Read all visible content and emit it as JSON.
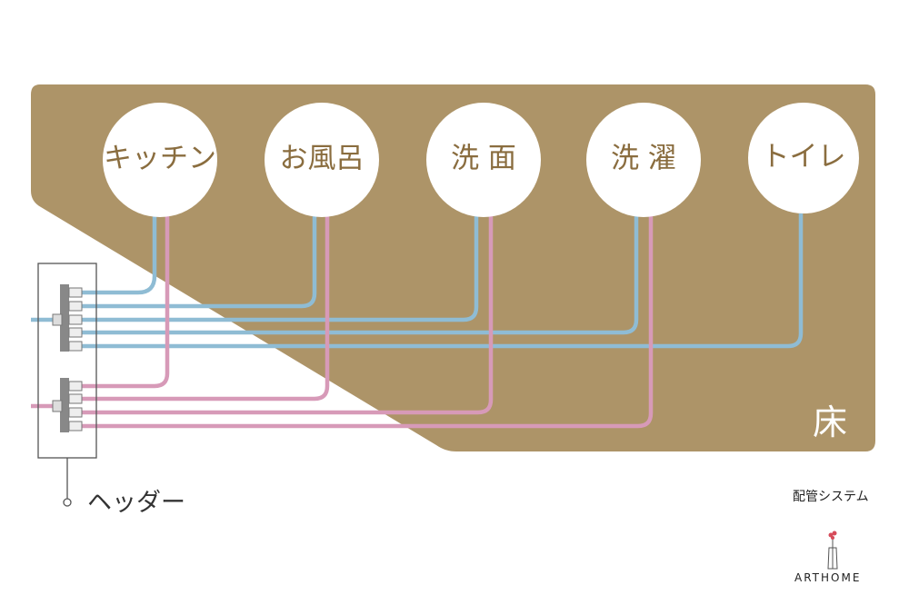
{
  "diagram": {
    "fixtures": [
      {
        "id": "kitchen",
        "label": "キッチン"
      },
      {
        "id": "bath",
        "label": "お風呂"
      },
      {
        "id": "washbasin",
        "label": "洗 面"
      },
      {
        "id": "laundry",
        "label": "洗 濯"
      },
      {
        "id": "toilet",
        "label": "トイレ"
      }
    ],
    "floor_label": "床",
    "header_label": "ヘッダー",
    "caption": "配管システム",
    "logo": "ARTHOME",
    "colors": {
      "floor": "#ad9468",
      "cold_water": "#8fbcd4",
      "hot_water": "#d79ab8",
      "fixture_circle": "#ffffff",
      "fixture_text": "#8a6d3f",
      "header_outline": "#555555",
      "manifold": "#888888"
    }
  }
}
